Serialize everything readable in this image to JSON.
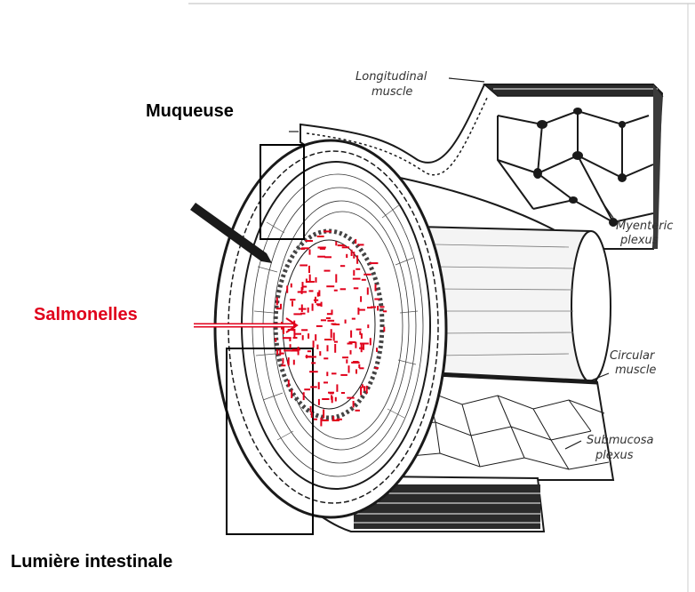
{
  "labels": {
    "muqueuse": "Muqueuse",
    "salmonelles": "Salmonelles",
    "lumiere": "Lumière intestinale"
  },
  "drawing_labels": {
    "longitudinal_1": "Longitudinal",
    "longitudinal_2": "muscle",
    "myenteric_1": "Myenteric",
    "myenteric_2": "plexus",
    "circular_1": "Circular",
    "circular_2": "muscle",
    "submucosa_1": "Submucosa",
    "submucosa_2": "plexus"
  },
  "colors": {
    "salmonella": "#e0001b",
    "ink": "#1a1a1a",
    "paper": "#ffffff"
  }
}
